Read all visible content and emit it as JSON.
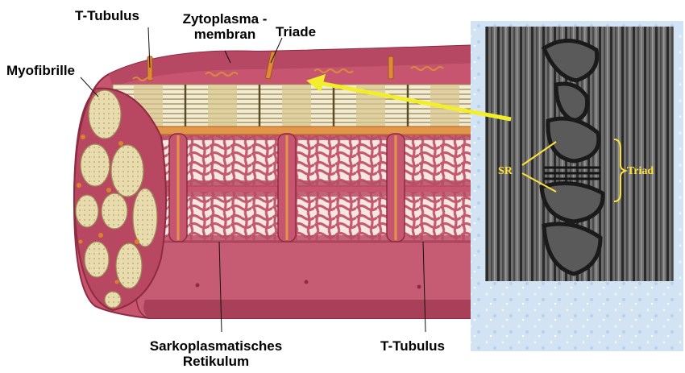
{
  "labels": {
    "t_tubulus_top": "T-Tubulus",
    "zytoplasma_line1": "Zytoplasma -",
    "zytoplasma_line2": "membran",
    "triade": "Triade",
    "myofibrille": "Myofibrille",
    "sarko_line1": "Sarkoplasmatisches",
    "sarko_line2": "Retikulum",
    "t_tubulus_bottom": "T-Tubulus"
  },
  "micrograph": {
    "sr_label": "SR",
    "triad_label": "Triad"
  },
  "colors": {
    "muscle_pink": "#c8556f",
    "muscle_dark": "#8e2a41",
    "fibril_tan": "#e6d8a6",
    "tubule_orange": "#d9822b",
    "arrow_yellow": "#f2ee2b",
    "annotation_yellow": "#ffe13a",
    "em_dark": "#2b2b2b",
    "frame_blue": "#d2e4f4"
  }
}
